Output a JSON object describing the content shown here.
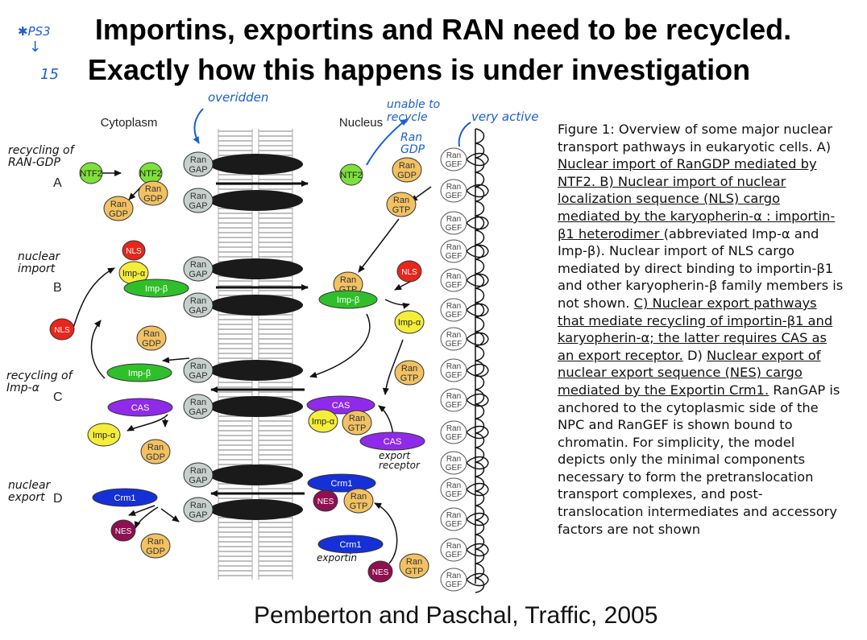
{
  "slide": {
    "title_line1": "Importins, exportins and RAN need to be recycled.",
    "title_line2": "Exactly how this happens is under investigation",
    "citation": "Pemberton and Paschal, Traffic, 2005"
  },
  "handwritten": {
    "ps3": "✱PS3",
    "fifteen": "15",
    "overidden": "overidden",
    "unable_to_recycle": "unable to recycle",
    "very_active": "very active",
    "ran_gdp_note": "Ran GDP",
    "recycling_ran_gdp": "recycling of RAN-GDP",
    "nuclear_import": "nuclear import",
    "recycling_imp_a": "recycling of Imp-α",
    "nuclear_export": "nuclear export",
    "export_receptor": "export receptor",
    "exportin": "exportin"
  },
  "diagram": {
    "cytoplasm": "Cytoplasm",
    "nucleus": "Nucleus",
    "rows": [
      "A",
      "B",
      "C",
      "D"
    ],
    "ran": "Ran",
    "gap": "GAP",
    "gef": "GEF",
    "gdp": "GDP",
    "gtp": "GTP",
    "ntf2": "NTF2",
    "nls": "NLS",
    "imp_a": "Imp-α",
    "imp_b": "Imp-β",
    "cas": "CAS",
    "crm1": "Crm1",
    "nes": "NES"
  },
  "caption": {
    "p1": "Figure 1: Overview of some major nuclear transport pathways in eukaryotic cells. A) ",
    "u1": "Nuclear import of RanGDP mediated by NTF2. B) Nuclear import of nuclear localization sequence (NLS) cargo mediated by the karyopherin-α : importin-β1 heterodimer ",
    "p2": "(abbreviated Imp-α and Imp-β). Nuclear import of NLS cargo mediated by direct binding to importin-β1 and other karyopherin-β family members is not shown. ",
    "u2": "C) Nuclear export pathways that mediate recycling of importin-β1 and karyopherin-α; the latter requires CAS as an export receptor.",
    "p3": " D) ",
    "u3": "Nuclear export of nuclear export sequence (NES) cargo mediated by the Exportin Crm1.",
    "p4": " RanGAP is anchored to the cytoplasmic side of the NPC and RanGEF is shown bound to chromatin. For simplicity, the model depicts only the minimal components necessary to form the pretranslocation transport complexes, and post-translocation intermediates and accessory factors are not shown"
  },
  "colors": {
    "ntf2": "#7ee03a",
    "ran_gdp": "#f2c162",
    "ran_gap": "#c6d0cc",
    "nls": "#e8261c",
    "imp_a": "#f4ee3a",
    "imp_b": "#2fbf2a",
    "cas": "#8f2be8",
    "crm1": "#1630d8",
    "nes": "#8e1050",
    "ink": "#1a5fd0"
  }
}
